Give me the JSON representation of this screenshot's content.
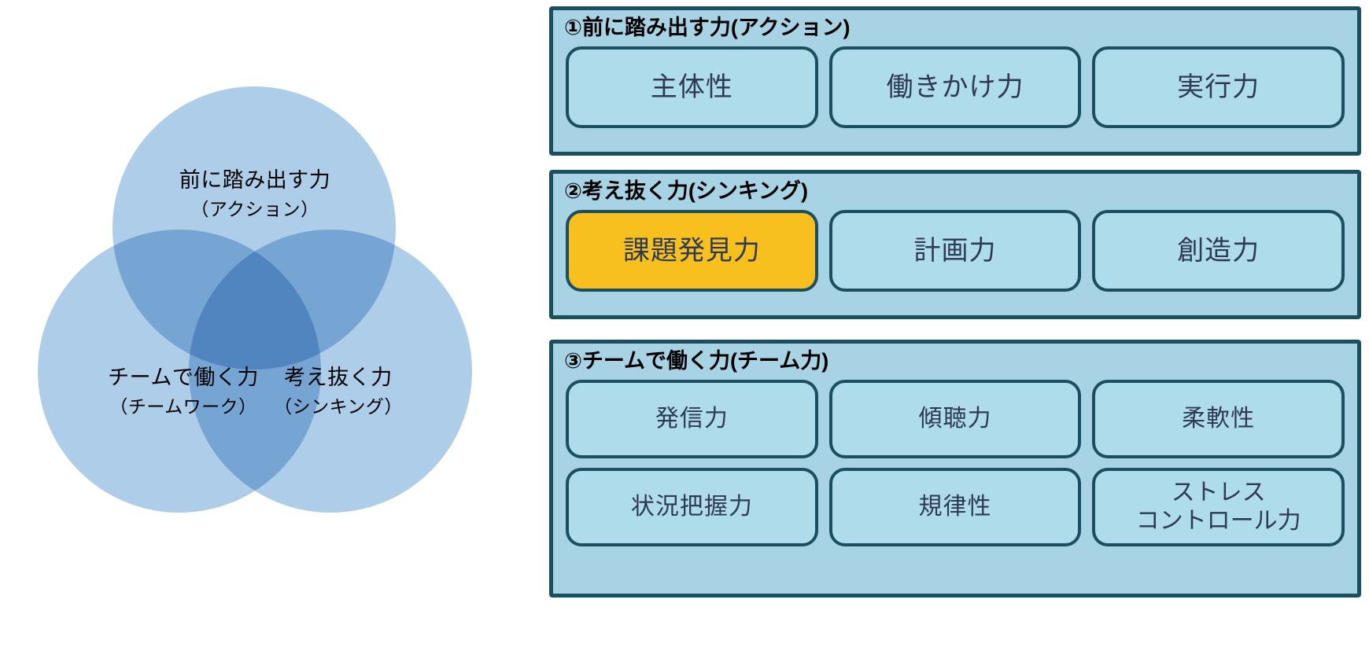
{
  "venn": {
    "colors": {
      "circle_fill": "#aecde8",
      "overlap_fill": "#84b4de",
      "stroke": "#ffffff",
      "label_text": "#000000"
    },
    "circles": [
      {
        "id": "action",
        "main": "前に踏み出す力",
        "sub": "（アクション）"
      },
      {
        "id": "teamwork",
        "main": "チームで働く力",
        "sub": "（チームワーク）"
      },
      {
        "id": "thinking",
        "main": "考え抜く力",
        "sub": "（シンキング）"
      }
    ]
  },
  "colors": {
    "panel_fill": "#a8d3e4",
    "panel_border": "#1b4f60",
    "card_fill": "#aedcea",
    "card_border": "#1b4f60",
    "card_text": "#2e3a55",
    "highlight_fill": "#f7c01e",
    "heading_text": "#000000"
  },
  "groups": [
    {
      "id": "action",
      "heading": "①前に踏み出す力(アクション)",
      "rows": [
        [
          {
            "label": "主体性",
            "highlight": false
          },
          {
            "label": "働きかけ力",
            "highlight": false
          },
          {
            "label": "実行力",
            "highlight": false
          }
        ]
      ]
    },
    {
      "id": "thinking",
      "heading": "②考え抜く力(シンキング)",
      "rows": [
        [
          {
            "label": "課題発見力",
            "highlight": true
          },
          {
            "label": "計画力",
            "highlight": false
          },
          {
            "label": "創造力",
            "highlight": false
          }
        ]
      ]
    },
    {
      "id": "teamwork",
      "heading": "③チームで働く力(チーム力)",
      "rows": [
        [
          {
            "label": "発信力",
            "highlight": false
          },
          {
            "label": "傾聴力",
            "highlight": false
          },
          {
            "label": "柔軟性",
            "highlight": false
          }
        ],
        [
          {
            "label": "状況把握力",
            "highlight": false
          },
          {
            "label": "規律性",
            "highlight": false
          },
          {
            "label": "ストレス\nコントロール力",
            "highlight": false,
            "two_line": true
          }
        ]
      ]
    }
  ]
}
